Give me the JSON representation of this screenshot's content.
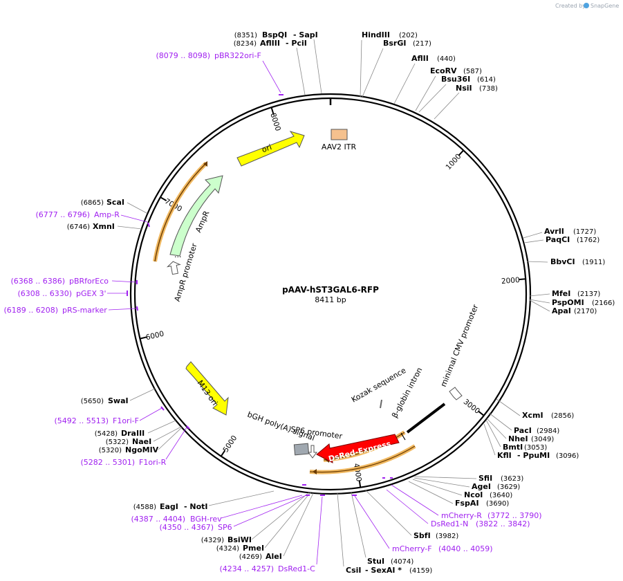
{
  "credit": {
    "prefix": "Created by",
    "brand": "SnapGene"
  },
  "map_title": "pAAV-hST3GAL6-RFP",
  "map_length": "8411 bp",
  "ticks": [
    {
      "label": "1000",
      "pos": 1000
    },
    {
      "label": "2000",
      "pos": 2000
    },
    {
      "label": "3000",
      "pos": 3000
    },
    {
      "label": "4000",
      "pos": 4000
    },
    {
      "label": "5000",
      "pos": 5000
    },
    {
      "label": "6000",
      "pos": 6000
    },
    {
      "label": "7000",
      "pos": 7000
    },
    {
      "label": "8000",
      "pos": 8000
    }
  ],
  "features": [
    {
      "name": "AAV2 ITR",
      "type": "box",
      "color": "#f5c18e",
      "start": 1,
      "end": 130
    },
    {
      "name": "ori",
      "type": "arrow",
      "color": "#ffff00"
    },
    {
      "name": "AmpR",
      "type": "arrow",
      "color": "#ccffcc"
    },
    {
      "name": "AmpR promoter",
      "type": "arrow",
      "color": "#ffffff"
    },
    {
      "name": "M13 ori",
      "type": "arrow",
      "color": "#ffff00"
    },
    {
      "name": "DsRed-Express",
      "type": "arrow",
      "color": "#ff0000"
    },
    {
      "name": "bGH poly(A) signal",
      "type": "box",
      "color": "#a0a8b0"
    },
    {
      "name": "SP6 promoter",
      "type": "arrow",
      "color": "#ffffff"
    },
    {
      "name": "β-globin intron",
      "type": "bar",
      "color": "#000000"
    },
    {
      "name": "minimal CMV promoter",
      "type": "arrow",
      "color": "#ffffff"
    },
    {
      "name": "Kozak sequence",
      "type": "bar",
      "color": "#666666"
    }
  ],
  "enzymes_top_left": [
    {
      "pos": "(8351)",
      "name": "BspQI",
      "extra": "- SapI"
    },
    {
      "pos": "(8234)",
      "name": "AflIII",
      "extra": "- PciI"
    }
  ],
  "enzymes_top_right": [
    {
      "name": "HindIII",
      "pos": "(202)"
    },
    {
      "name": "BsrGI",
      "pos": "(217)"
    },
    {
      "name": "AflII",
      "pos": "(440)"
    },
    {
      "name": "EcoRV",
      "pos": "(587)"
    },
    {
      "name": "Bsu36I",
      "pos": "(614)"
    },
    {
      "name": "NsiI",
      "pos": "(738)"
    }
  ],
  "enzymes_right": [
    {
      "name": "AvrII",
      "pos": "(1727)"
    },
    {
      "name": "PaqCI",
      "pos": "(1762)"
    },
    {
      "name": "BbvCI",
      "pos": "(1911)"
    },
    {
      "name": "MfeI",
      "pos": "(2137)"
    },
    {
      "name": "PspOMI",
      "pos": "(2166)"
    },
    {
      "name": "ApaI",
      "pos": "(2170)"
    },
    {
      "name": "XcmI",
      "pos": "(2856)"
    },
    {
      "name": "PacI",
      "pos": "(2984)"
    },
    {
      "name": "NheI",
      "pos": "(3049)"
    },
    {
      "name": "BmtI",
      "pos": "(3053)"
    },
    {
      "name": "KflI",
      "extra": "- PpuMI",
      "pos": "(3096)"
    },
    {
      "name": "SfiI",
      "pos": "(3623)"
    },
    {
      "name": "AgeI",
      "pos": "(3629)"
    },
    {
      "name": "NcoI",
      "pos": "(3640)"
    },
    {
      "name": "FspAI",
      "pos": "(3690)"
    },
    {
      "name": "SbfI",
      "pos": "(3982)"
    },
    {
      "name": "StuI",
      "pos": "(4074)"
    },
    {
      "name": "CsiI",
      "extra": "- SexAI *",
      "pos": "(4159)"
    }
  ],
  "enzymes_left": [
    {
      "pos": "(6865)",
      "name": "ScaI"
    },
    {
      "pos": "(6746)",
      "name": "XmnI"
    },
    {
      "pos": "(5650)",
      "name": "SwaI"
    },
    {
      "pos": "(5428)",
      "name": "DraIII"
    },
    {
      "pos": "(5322)",
      "name": "NaeI"
    },
    {
      "pos": "(5320)",
      "name": "NgoMIV"
    },
    {
      "pos": "(4588)",
      "name": "EagI",
      "extra": "- NotI"
    },
    {
      "pos": "(4329)",
      "name": "BsiWI"
    },
    {
      "pos": "(4324)",
      "name": "PmeI"
    },
    {
      "pos": "(4269)",
      "name": "AleI"
    }
  ],
  "primers": [
    {
      "range": "(8079 .. 8098)",
      "name": "pBR322ori-F"
    },
    {
      "range": "(6777 .. 6796)",
      "name": "Amp-R"
    },
    {
      "range": "(6368 .. 6386)",
      "name": "pBRforEco"
    },
    {
      "range": "(6308 .. 6330)",
      "name": "pGEX 3'"
    },
    {
      "range": "(6189 .. 6208)",
      "name": "pRS-marker"
    },
    {
      "range": "(5492 .. 5513)",
      "name": "F1ori-F"
    },
    {
      "range": "(5282 .. 5301)",
      "name": "F1ori-R"
    },
    {
      "range": "(4387 .. 4404)",
      "name": "BGH-rev"
    },
    {
      "range": "(4350 .. 4367)",
      "name": "SP6"
    },
    {
      "range": "(4234 .. 4257)",
      "name": "DsRed1-C"
    },
    {
      "name": "mCherry-R",
      "range": "(3772 .. 3790)"
    },
    {
      "name": "DsRed1-N",
      "range": "(3822 .. 3842)"
    },
    {
      "name": "mCherry-F",
      "range": "(4040 .. 4059)"
    }
  ]
}
